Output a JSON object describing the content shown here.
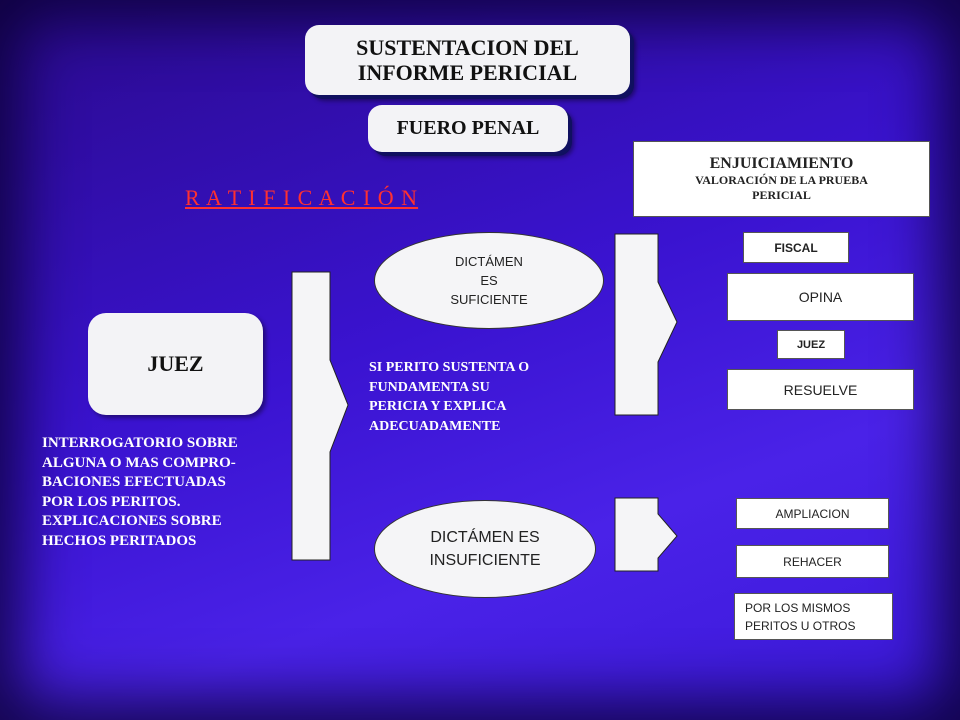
{
  "title": {
    "line1": "SUSTENTACION DEL",
    "line2": "INFORME PERICIAL"
  },
  "subtitle": "FUERO PENAL",
  "ratificacion": "R A T I F I C A C I Ó N",
  "enjuiciamiento": {
    "title": "ENJUICIAMIENTO",
    "line1": "VALORACIÓN DE LA PRUEBA",
    "line2": "PERICIAL"
  },
  "juez_box": "JUEZ",
  "interrogatorio": [
    "INTERROGATORIO SOBRE",
    "ALGUNA  O MAS COMPRO-",
    "BACIONES EFECTUADAS",
    "POR LOS PERITOS.",
    "EXPLICACIONES SOBRE",
    "HECHOS PERITADOS"
  ],
  "suficiente": [
    "DICTÁMEN",
    "ES",
    "SUFICIENTE"
  ],
  "si_perito": [
    "SI PERITO SUSTENTA O",
    "FUNDAMENTA SU",
    "PERICIA Y EXPLICA",
    "ADECUADAMENTE"
  ],
  "insuficiente": [
    "DICTÁMEN ES",
    "INSUFICIENTE"
  ],
  "fiscal": "FISCAL",
  "opina": "OPINA",
  "juez_small": "JUEZ",
  "resuelve": "RESUELVE",
  "ampliacion": "AMPLIACION",
  "rehacer": "REHACER",
  "mismos": [
    "POR LOS MISMOS",
    "PERITOS U OTROS"
  ],
  "colors": {
    "background": "#3a13d0",
    "box": "#f3f3f6"
  }
}
